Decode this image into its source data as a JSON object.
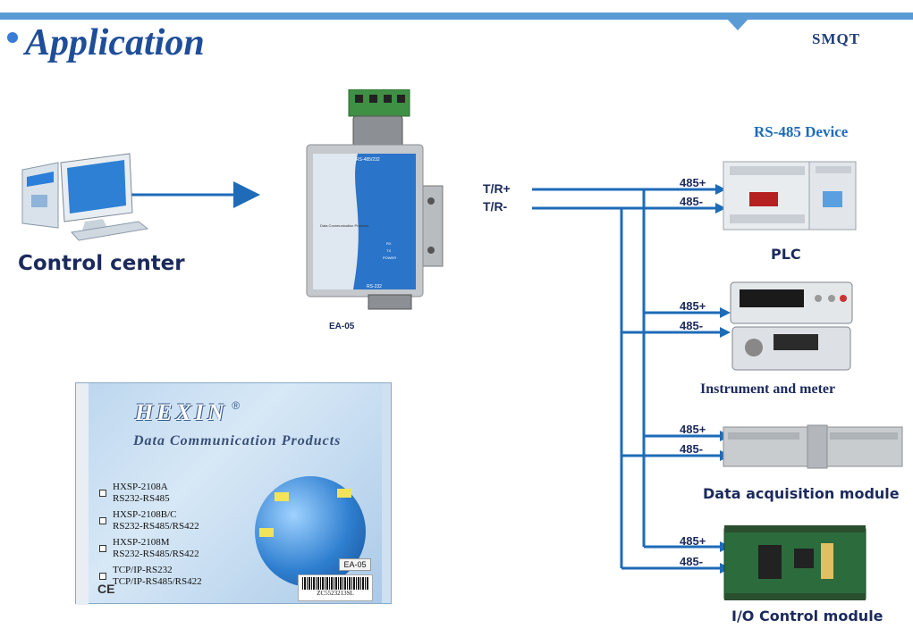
{
  "header": {
    "title": "Application",
    "brand": "SMQT"
  },
  "control_center": {
    "label": "Control center"
  },
  "converter": {
    "model_label": "EA-05",
    "panel_labels": [
      "RS-485/232",
      "Data Communication Products",
      "RX",
      "TX",
      "POWER",
      "RS-232"
    ]
  },
  "signals": {
    "tr_plus": "T/R+",
    "tr_minus": "T/R-",
    "d_plus": "485+",
    "d_minus": "485-"
  },
  "devices": {
    "rs485_heading": "RS-485 Device",
    "items": [
      {
        "label": "PLC"
      },
      {
        "label": "Instrument and meter"
      },
      {
        "label": "Data acquisition module"
      },
      {
        "label": "I/O Control module"
      }
    ]
  },
  "package": {
    "brand": "HEXIN",
    "registered": "®",
    "subtitle": "Data Communication Products",
    "products": [
      {
        "model": "HXSP-2108A",
        "desc": "RS232-RS485"
      },
      {
        "model": "HXSP-2108B/C",
        "desc": "RS232-RS485/RS422"
      },
      {
        "model": "HXSP-2108M",
        "desc": "RS232-RS485/RS422"
      },
      {
        "model": "TCP/IP-RS232",
        "desc": "TCP/IP-RS485/RS422"
      }
    ],
    "ce_mark": "CE",
    "sticker": "EA-05",
    "barcode_text": "ZC5523213SL"
  },
  "colors": {
    "accent": "#5b9bd5",
    "line": "#1e6bb8",
    "title": "#1f4e99",
    "label": "#1b2a5c"
  }
}
